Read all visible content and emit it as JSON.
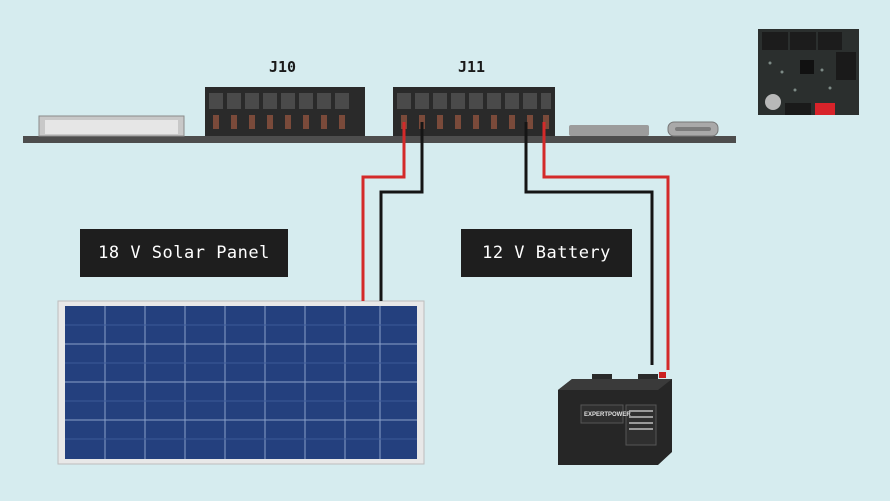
{
  "connectors": {
    "j10": "J10",
    "j11": "J11"
  },
  "labels": {
    "solar": "18 V Solar Panel",
    "battery": "12 V Battery"
  },
  "battery_brand": "EXPERTPOWER",
  "colors": {
    "background": "#d6ecef",
    "wire_positive": "#d42a2a",
    "wire_negative": "#151515",
    "board": "#4a4a4a"
  }
}
